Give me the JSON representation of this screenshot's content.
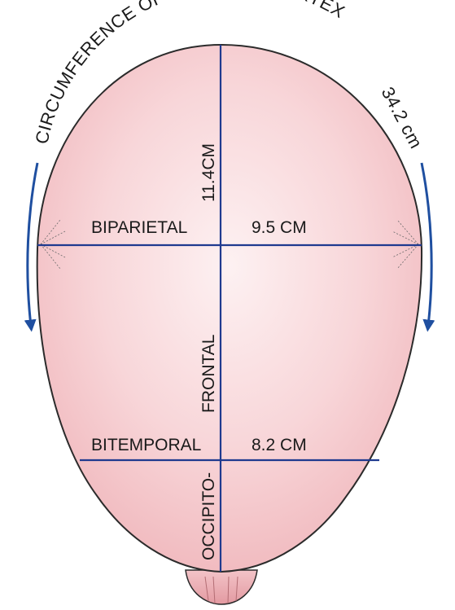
{
  "diagram": {
    "circumference_label": "CIRCUMFERENCE OF DEFLEXED VERTEX",
    "circumference_value": "34.2 cm",
    "vertical_top_label": "11.4CM",
    "frontal_label": "FRONTAL",
    "occipito_label": "OCCIPITO-",
    "biparietal_label": "BIPARIETAL",
    "biparietal_value": "9.5 CM",
    "bitemporal_label": "BITEMPORAL",
    "bitemporal_value": "8.2 CM",
    "colors": {
      "head_fill_center": "#fdf1f2",
      "head_fill_edge": "#f1b8bd",
      "outline": "#2b2b2b",
      "measure_line": "#1f3a8f",
      "arrow": "#1f4fa0",
      "text": "#1a1a1a"
    }
  }
}
